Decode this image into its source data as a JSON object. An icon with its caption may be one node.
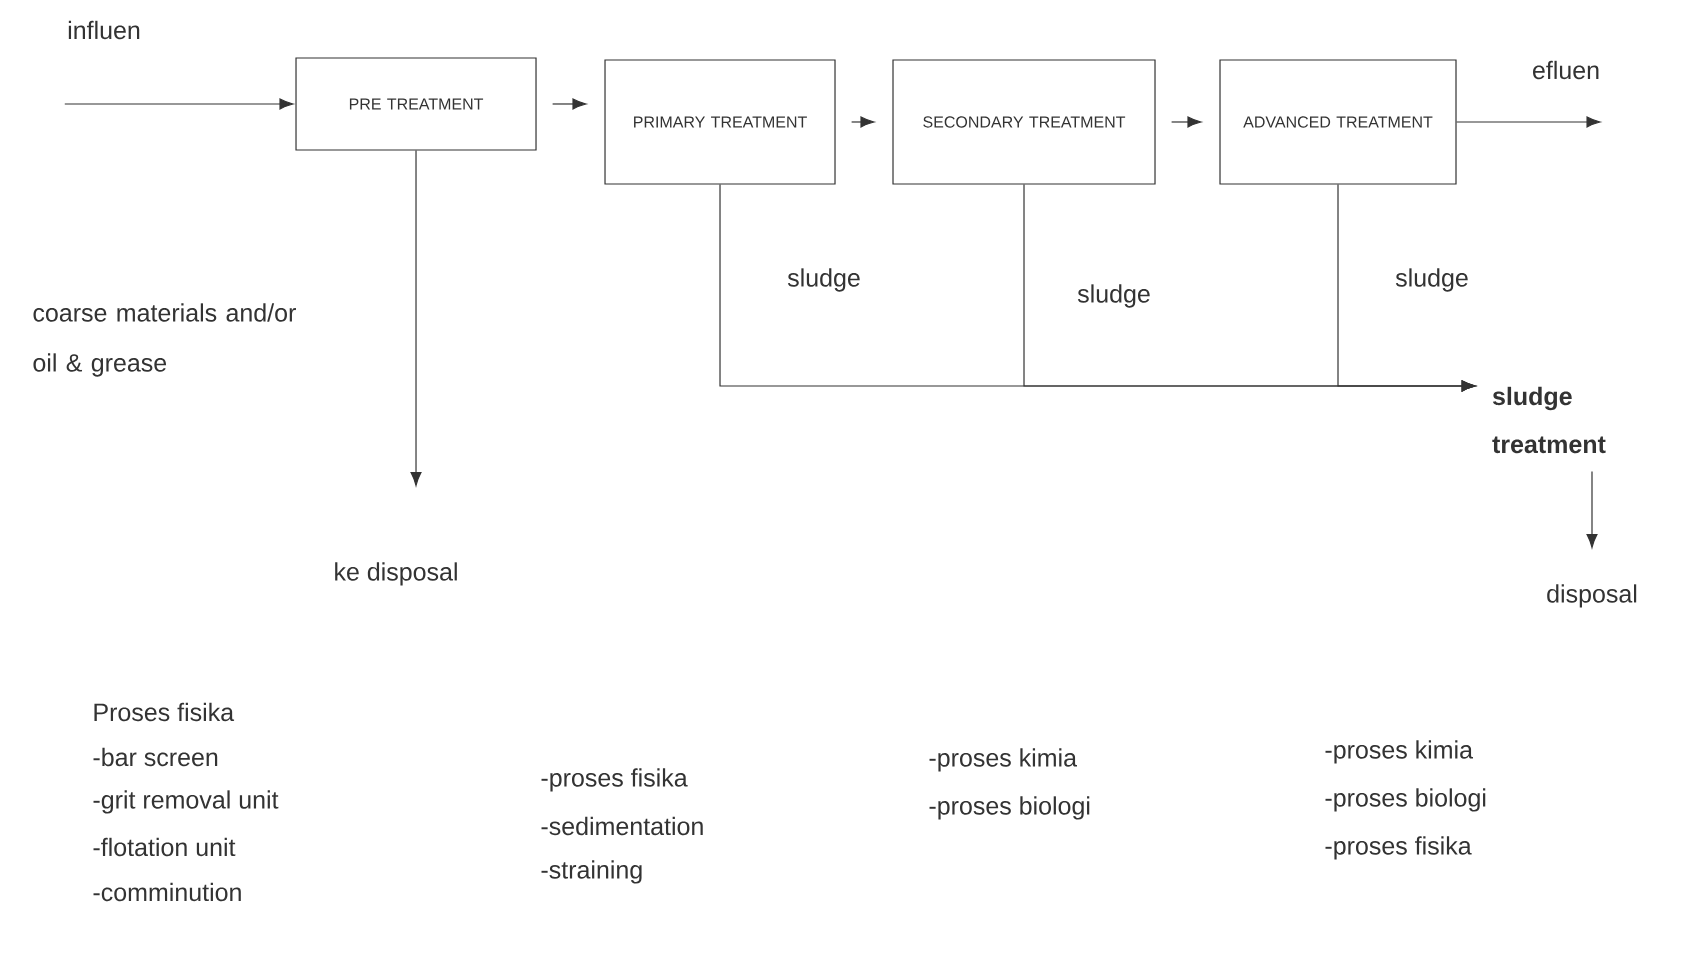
{
  "diagram": {
    "nodes": [
      {
        "text": [
          "influen"
        ]
      },
      {
        "text": [
          "PRE TREATMENT"
        ]
      },
      {
        "text": [
          "PRIMARY TREATMENT"
        ]
      },
      {
        "text": [
          "SECONDARY TREATMENT"
        ]
      },
      {
        "text": [
          "ADVANCED TREATMENT"
        ]
      },
      {
        "text": [
          "efluen"
        ]
      },
      {
        "text": [
          "ke disposal"
        ]
      },
      {
        "text": [
          "sludge treatment"
        ]
      },
      {
        "text": [
          "disposal"
        ]
      }
    ],
    "edges": [
      {
        "from": 0,
        "to": 1,
        "arrow": "to"
      },
      {
        "from": 1,
        "to": 2,
        "arrow": "to"
      },
      {
        "from": 2,
        "to": 3,
        "arrow": "to"
      },
      {
        "from": 3,
        "to": 4,
        "arrow": "to"
      },
      {
        "from": 4,
        "to": 5,
        "arrow": "to"
      },
      {
        "from": 1,
        "to": 6,
        "arrow": "to"
      },
      {
        "from": 2,
        "to": 7,
        "arrow": "to",
        "label": "sludge"
      },
      {
        "from": 3,
        "to": 7,
        "arrow": "to",
        "label": "sludge"
      },
      {
        "from": 4,
        "to": 7,
        "arrow": "to",
        "label": "sludge"
      },
      {
        "from": 7,
        "to": 8,
        "arrow": "to"
      }
    ],
    "labels": [
      "coarse materials and/or oil & grease",
      "Proses fisika",
      "-bar screen",
      "-grit removal unit",
      "-flotation unit",
      "-comminution",
      "-proses fisika",
      "-sedimentation",
      "-straining",
      "-proses kimia",
      "-proses biologi",
      "-proses kimia",
      "-proses biologi",
      "-proses fisika"
    ]
  }
}
